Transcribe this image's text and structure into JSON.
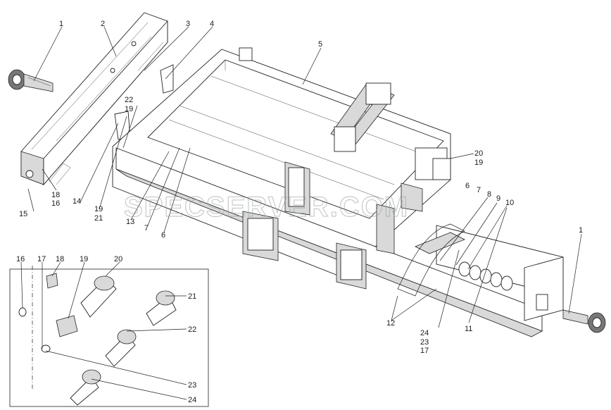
{
  "diagram": {
    "watermark": "SPECSERVER.COM",
    "callouts": {
      "c1_left": "1",
      "c2": "2",
      "c3": "3",
      "c4": "4",
      "c5": "5",
      "c22_top": "22",
      "c19_top": "19",
      "c20_right": "20",
      "c19_right": "19",
      "c6_right": "6",
      "c7_right": "7",
      "c8": "8",
      "c9": "9",
      "c10": "10",
      "c1_right": "1",
      "c18_left": "18",
      "c16_left": "16",
      "c15": "15",
      "c14": "14",
      "c19_mid": "19",
      "c21_mid": "21",
      "c13": "13",
      "c7_mid": "7",
      "c6_mid": "6",
      "c12": "12",
      "c24_bot": "24",
      "c23_bot": "23",
      "c17_bot": "17",
      "c11": "11"
    },
    "inset": {
      "c16": "16",
      "c17": "17",
      "c18": "18",
      "c19": "19",
      "c20": "20",
      "c21": "21",
      "c22": "22",
      "c23": "23",
      "c24": "24"
    }
  }
}
